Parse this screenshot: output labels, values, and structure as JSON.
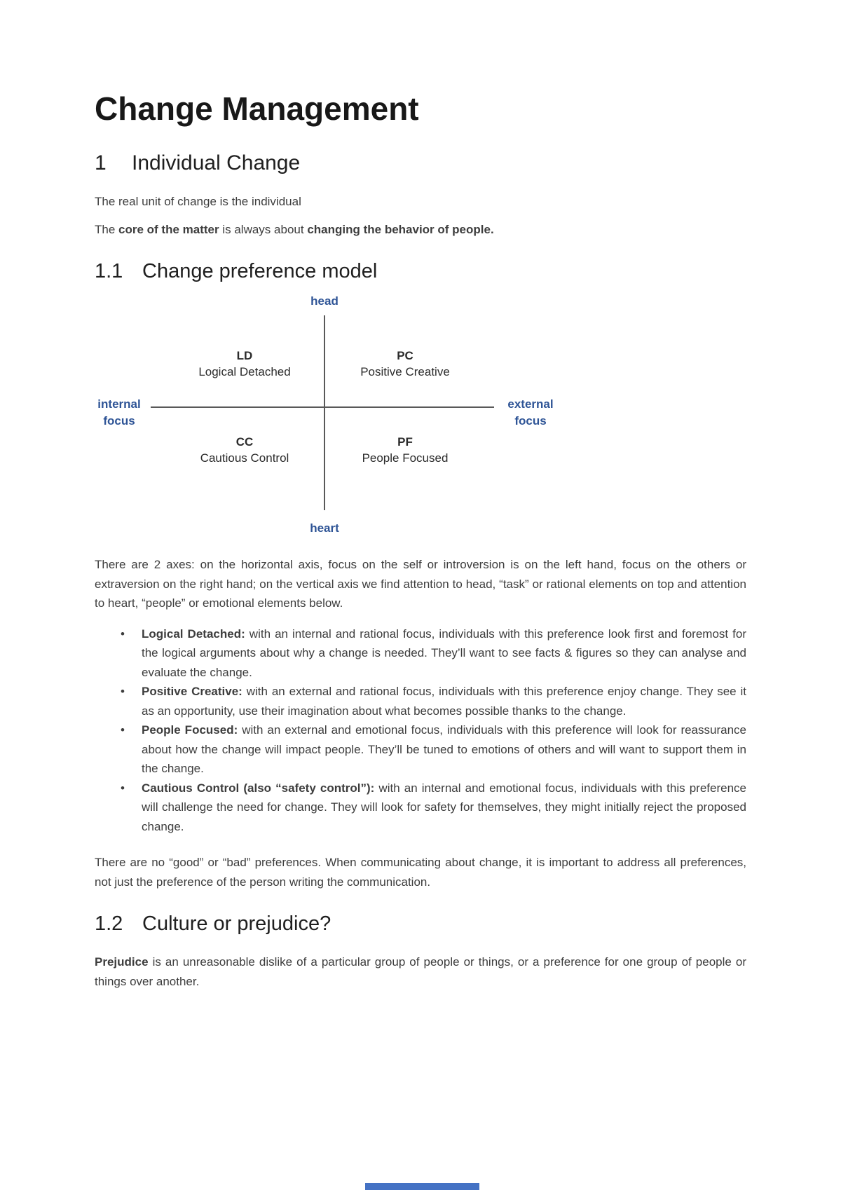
{
  "document": {
    "title": "Change Management"
  },
  "sections": {
    "individual_change": {
      "number": "1",
      "title": "Individual Change"
    },
    "change_preference_model": {
      "number": "1.1",
      "title": "Change preference model"
    },
    "culture_or_prejudice": {
      "number": "1.2",
      "title": "Culture or prejudice?"
    }
  },
  "paragraphs": {
    "intro1": [
      {
        "text": "The real unit of change is the individual"
      }
    ],
    "intro2": [
      {
        "text": "The "
      },
      {
        "text": "core of the matter",
        "bold": true
      },
      {
        "text": " is always about "
      },
      {
        "text": "changing the behavior of people.",
        "bold": true
      }
    ],
    "axes": [
      {
        "text": "There are 2 axes: on the horizontal axis, focus on the self or introversion is on the left hand, focus on the others or extraversion on the right hand; on the vertical axis we find attention to head, “task” or rational elements on top and attention to heart, “people” or emotional elements below."
      }
    ],
    "no_good_bad": [
      {
        "text": "There are no “good” or “bad” preferences. When communicating about change, it is important to address all preferences, not just the preference of the person writing the communication."
      }
    ],
    "prejudice": [
      {
        "text": "Prejudice",
        "bold": true
      },
      {
        "text": " is an unreasonable dislike of a particular group of people or things, or a preference for one group of people or things over another."
      }
    ]
  },
  "bullets": [
    {
      "segments": [
        {
          "text": "Logical Detached:",
          "bold": true
        },
        {
          "text": " with an internal and rational focus, individuals with this preference look first and foremost for the logical arguments about why a change is needed. They’ll want to see facts & figures so they can analyse and evaluate the change."
        }
      ]
    },
    {
      "segments": [
        {
          "text": "Positive Creative:",
          "bold": true
        },
        {
          "text": " with an external and rational focus, individuals with this preference enjoy change. They see it as an opportunity, use their imagination about what becomes possible thanks to the change."
        }
      ]
    },
    {
      "segments": [
        {
          "text": "People Focused:",
          "bold": true
        },
        {
          "text": " with an external and emotional focus, individuals with this preference will look for reassurance about how the change will impact people. They’ll be tuned to emotions of others and will want to support them in the change."
        }
      ]
    },
    {
      "segments": [
        {
          "text": "Cautious Control (also “safety control”):",
          "bold": true
        },
        {
          "text": " with an internal and emotional focus, individuals with this preference will challenge the need for change. They will look for safety for themselves, they might initially reject the proposed change."
        }
      ]
    }
  ],
  "diagram": {
    "axis_top": "head",
    "axis_bottom": "heart",
    "axis_left": [
      "internal",
      "focus"
    ],
    "axis_right": [
      "external",
      "focus"
    ],
    "quadrants": [
      {
        "abbr": "LD",
        "name": "Logical Detached"
      },
      {
        "abbr": "PC",
        "name": "Positive Creative"
      },
      {
        "abbr": "CC",
        "name": "Cautious Control"
      },
      {
        "abbr": "PF",
        "name": "People Focused"
      }
    ],
    "colors": {
      "axis_labels": "#2E5496",
      "lines": "#595959"
    }
  },
  "footer": {
    "accent_bar_color": "#4472C4"
  }
}
